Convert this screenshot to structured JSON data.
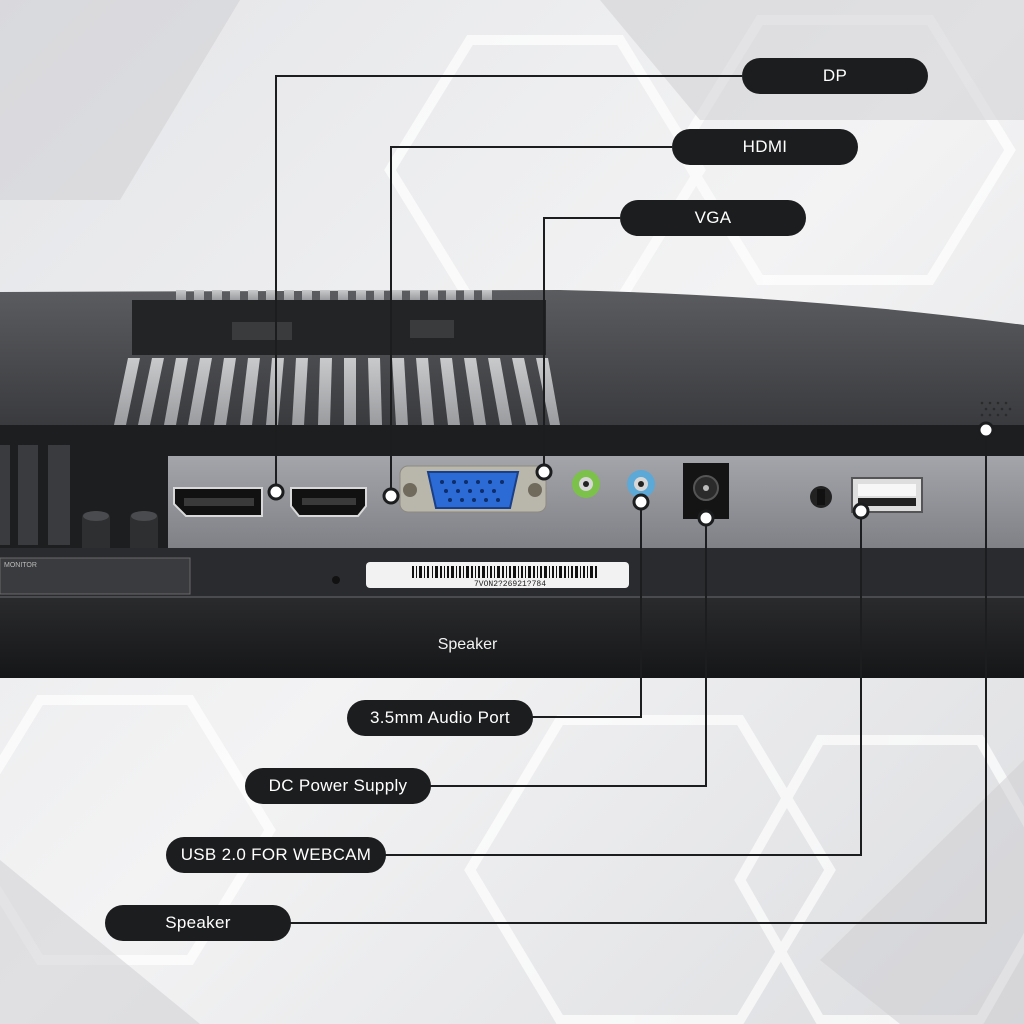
{
  "callouts": {
    "dp": "DP",
    "hdmi": "HDMI",
    "vga": "VGA",
    "audio": "3.5mm Audio Port",
    "dc_power": "DC Power Supply",
    "usb": "USB 2.0 FOR WEBCAM",
    "speaker": "Speaker"
  },
  "monitor": {
    "speaker_label": "Speaker",
    "barcode_text": "7VON2?26921?784",
    "rear_label": "MONITOR"
  },
  "colors": {
    "pill": "#1c1d1f",
    "panel": "#8f9196",
    "bezel": "#1f2022",
    "vga_blue": "#2c6ad6",
    "audio_green": "#7bc14a",
    "audio_blue": "#5ca8d6"
  }
}
